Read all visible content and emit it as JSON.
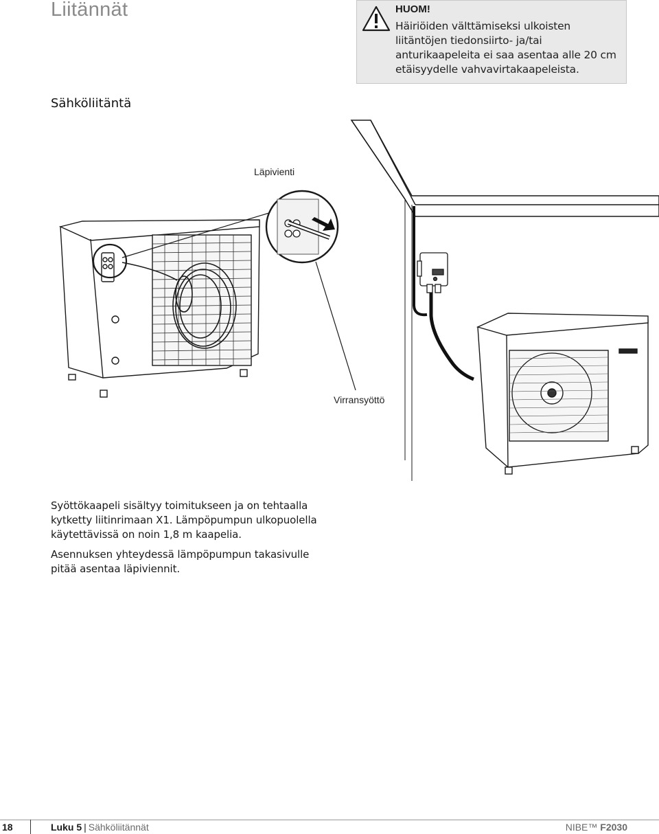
{
  "page": {
    "title": "Liitännät"
  },
  "note": {
    "heading": "HUOM!",
    "text": "Häiriöiden välttämiseksi ulkoisten liitäntöjen tiedonsiirto- ja/tai anturikaapeleita ei saa asentaa alle 20 cm etäisyydelle vahvavirtakaapeleista.",
    "icon": "warning-triangle-icon"
  },
  "section": {
    "heading": "Sähköliitäntä"
  },
  "figure": {
    "label_top": "Läpivienti",
    "label_bottom": "Virransyöttö"
  },
  "body": {
    "paragraph1": "Syöttökaapeli sisältyy toimitukseen ja on tehtaalla kytketty liitinrimaan X1. Lämpöpumpun ulkopuolella käytettävissä on noin 1,8 m kaapelia.",
    "paragraph2": "Asennuksen yhteydessä lämpöpumpun takasivulle pitää asentaa läpiviennit."
  },
  "footer": {
    "page_number": "18",
    "chapter": "Luku 5",
    "separator": "|",
    "chapter_title": "Sähköliitännät",
    "brand": "NIBE™",
    "model": "F2030"
  }
}
